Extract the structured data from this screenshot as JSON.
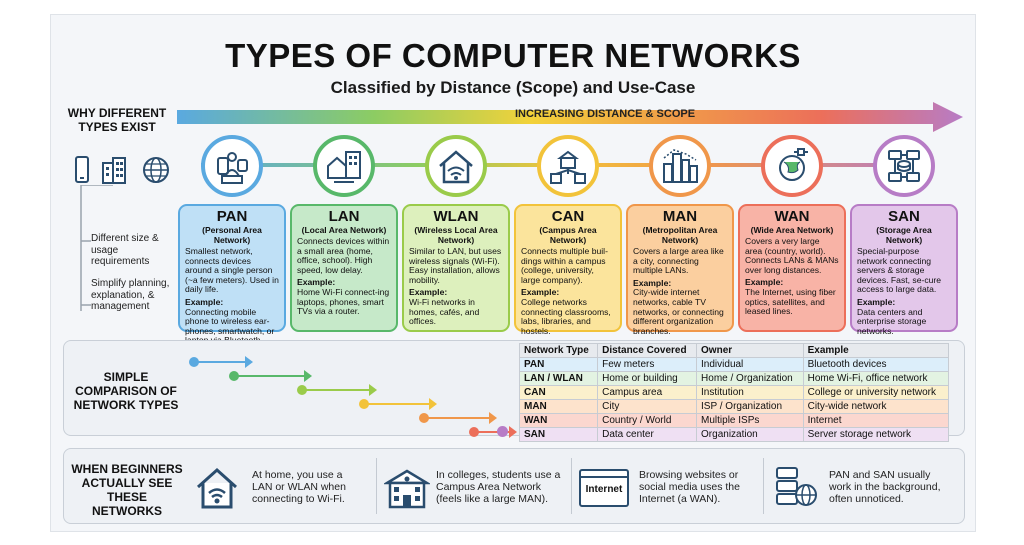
{
  "header": {
    "title": "TYPES OF COMPUTER NETWORKS",
    "subtitle": "Classified by Distance (Scope) and Use-Case"
  },
  "why": {
    "title": "WHY DIFFERENT TYPES EXIST",
    "reason1": "Different size & usage requirements",
    "reason2": "Simplify planning, explanation, & management",
    "icons": [
      "phone-icon",
      "building-icon",
      "globe-icon"
    ]
  },
  "scale": {
    "label": "INCREASING DISTANCE & SCOPE"
  },
  "networks": [
    {
      "abbr": "PAN",
      "full": "(Personal Area Network)",
      "desc": "Smallest network, connects devices around a single person (~a few meters). Used in daily life.",
      "example_head": "Example:",
      "example": "Connecting mobile phone to wireless ear-phones, smartwatch, or laptop via Bluetooth.",
      "color": "#5aa9e0",
      "fill": "#bfe0f6",
      "icon": "person-devices-icon"
    },
    {
      "abbr": "LAN",
      "full": "(Local Area Network)",
      "desc": "Connects devices within a small area (home, office, school). High speed, low delay.",
      "example_head": "Example:",
      "example": "Home Wi-Fi connect-ing laptops, phones, smart TVs via a router.",
      "color": "#58b86a",
      "fill": "#c6e9c9",
      "icon": "home-office-icon"
    },
    {
      "abbr": "WLAN",
      "full": "(Wireless Local Area Network)",
      "desc": "Similar to LAN, but uses wireless signals (Wi-Fi). Easy installation, allows mobility.",
      "example_head": "Example:",
      "example": "Wi-Fi networks in homes, cafés, and offices.",
      "color": "#9acb4a",
      "fill": "#ddf0bd",
      "icon": "wifi-house-icon"
    },
    {
      "abbr": "CAN",
      "full": "(Campus Area Network)",
      "desc": "Connects multiple buil-dings within a campus (college, university, large company).",
      "example_head": "Example:",
      "example": "College networks connecting classrooms, labs, libraries, and hostels.",
      "color": "#f2c33a",
      "fill": "#fbe49c",
      "icon": "campus-icon"
    },
    {
      "abbr": "MAN",
      "full": "(Metropolitan Area Network)",
      "desc": "Covers a large area like a city, connecting multiple LANs.",
      "example_head": "Example:",
      "example": "City-wide internet networks, cable TV networks, or connecting different organization branches.",
      "color": "#f0974a",
      "fill": "#fbcf9f",
      "icon": "city-icon"
    },
    {
      "abbr": "WAN",
      "full": "(Wide Area Network)",
      "desc": "Covers a very large area (country, world). Connects LANs & MANs over long distances.",
      "example_head": "Example:",
      "example": "The Internet, using fiber optics, satellites, and leased lines.",
      "color": "#ec6f5a",
      "fill": "#f8b3a6",
      "icon": "globe-satellite-icon"
    },
    {
      "abbr": "SAN",
      "full": "(Storage Area Network)",
      "desc": "Special-purpose network connecting servers & storage devices. Fast, se-cure access to large data.",
      "example_head": "Example:",
      "example": "Data centers and enterprise storage networks.",
      "color": "#b77cc6",
      "fill": "#e3c7ea",
      "icon": "storage-icon"
    }
  ],
  "comparison": {
    "label": "SIMPLE COMPARISON OF NETWORK TYPES",
    "headers": [
      "Network Type",
      "Distance Covered",
      "Owner",
      "Example"
    ],
    "rows": [
      [
        "PAN",
        "Few meters",
        "Individual",
        "Bluetooth devices"
      ],
      [
        "LAN / WLAN",
        "Home or building",
        "Home / Organization",
        "Home Wi-Fi, office network"
      ],
      [
        "CAN",
        "Campus area",
        "Institution",
        "College or university network"
      ],
      [
        "MAN",
        "City",
        "ISP / Organization",
        "City-wide network"
      ],
      [
        "WAN",
        "Country / World",
        "Multiple ISPs",
        "Internet"
      ],
      [
        "SAN",
        "Data center",
        "Organization",
        "Server storage network"
      ]
    ],
    "row_colors": [
      "#dceefa",
      "#e3f3e2",
      "#fbf0cc",
      "#fde3cc",
      "#fbd7cf",
      "#efe0f3"
    ],
    "lane_colors": [
      "#5aa9e0",
      "#58b86a",
      "#9acb4a",
      "#f2c33a",
      "#f0974a",
      "#ec6f5a",
      "#b77cc6"
    ]
  },
  "beginners": {
    "label": "WHEN BEGINNERS ACTUALLY SEE THESE NETWORKS",
    "items": [
      {
        "text": "At home, you use a LAN or WLAN when connecting to Wi-Fi.",
        "icon": "wifi-house-icon"
      },
      {
        "text": "In colleges, students use a Campus Area Network (feels like a large MAN).",
        "icon": "school-icon"
      },
      {
        "text": "Browsing websites or social media uses the Internet (a WAN).",
        "icon": "browser-icon",
        "icon_text": "Internet"
      },
      {
        "text": "PAN and SAN usually work in the background, often unnoticed.",
        "icon": "server-globe-icon"
      }
    ]
  }
}
